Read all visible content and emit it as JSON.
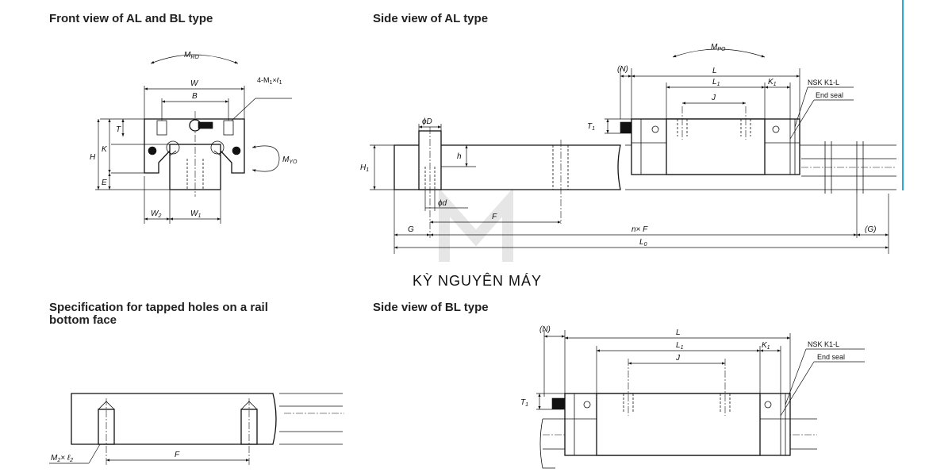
{
  "titles": {
    "front": "Front view of AL and BL type",
    "side_al": "Side view of AL type",
    "spec_line1": "Specification for tapped holes on a rail",
    "spec_line2": "bottom face",
    "side_bl": "Side view of BL type"
  },
  "front_view": {
    "moment_top": "M",
    "moment_top_sub": "RO",
    "moment_side": "M",
    "moment_side_sub": "YO",
    "w": "W",
    "b": "B",
    "bolt_prefix": "4-M",
    "bolt_sub1": "1",
    "bolt_times": "×",
    "bolt_l": "ℓ",
    "bolt_sub2": "1",
    "t": "T",
    "h": "H",
    "k": "K",
    "e": "E",
    "w2": "W",
    "w2_sub": "2",
    "w1": "W",
    "w1_sub": "1"
  },
  "side_al": {
    "n_paren": "(N)",
    "moment": "M",
    "moment_sub": "PO",
    "l": "L",
    "l1": "L",
    "l1_sub": "1",
    "k1": "K",
    "k1_sub": "1",
    "j": "J",
    "t1": "T",
    "t1_sub": "1",
    "nsk": "NSK K1-L",
    "end_seal": "End seal",
    "phi_d_upper": "ϕD",
    "h_small": "h",
    "h1": "H",
    "h1_sub": "1",
    "phi_d_lower": "ϕd",
    "f": "F",
    "g": "G",
    "n_times_f": "n× F",
    "g_paren": "(G)",
    "l0": "L",
    "l0_sub": "0"
  },
  "spec_view": {
    "m2": "M",
    "m2_sub": "2",
    "times": "× ",
    "l2": "ℓ",
    "l2_sub": "2",
    "f": "F"
  },
  "side_bl": {
    "n_paren": "(N)",
    "l": "L",
    "l1": "L",
    "l1_sub": "1",
    "k1": "K",
    "k1_sub": "1",
    "j": "J",
    "t1": "T",
    "t1_sub": "1",
    "nsk": "NSK K1-L",
    "end_seal": "End seal"
  },
  "watermark": "KỲ NGUYÊN MÁY",
  "colors": {
    "accent_line": "#2aa9d8",
    "line": "#111111",
    "watermark": "#d9d9d9"
  }
}
